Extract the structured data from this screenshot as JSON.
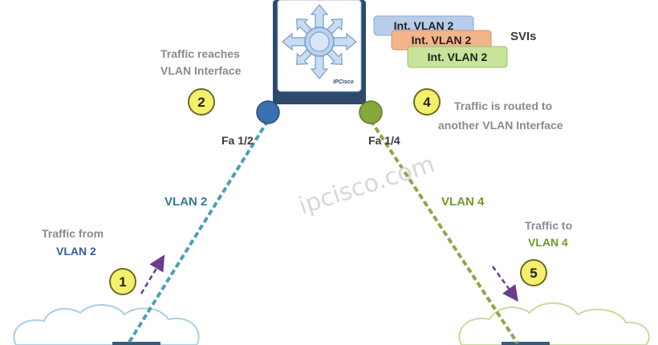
{
  "router": {
    "brand": "IPCisco"
  },
  "svis": {
    "title": "SVIs",
    "items": [
      "Int. VLAN 2",
      "Int. VLAN 2",
      "Int. VLAN 2"
    ],
    "colors": [
      "#b8cdea",
      "#f2b58a",
      "#c8e39a"
    ]
  },
  "ports": {
    "left": {
      "label": "Fa 1/2",
      "color": "#3a6fb0"
    },
    "right": {
      "label": "Fa 1/4",
      "color": "#86a83a"
    }
  },
  "links": {
    "left": {
      "label": "VLAN 2",
      "color": "#4aa0b8"
    },
    "right": {
      "label": "VLAN 4",
      "color": "#8aa84a"
    }
  },
  "watermark": "ipcisco.com",
  "steps": [
    {
      "num": "1",
      "lines": [
        "Traffic from",
        "VLAN 2"
      ]
    },
    {
      "num": "2",
      "lines": [
        "Traffic reaches",
        "VLAN Interface"
      ]
    },
    {
      "num": "4",
      "lines": [
        "Traffic is routed to",
        "another VLAN Interface"
      ]
    },
    {
      "num": "5",
      "lines": [
        "Traffic to",
        "VLAN 4"
      ]
    }
  ],
  "colors": {
    "step_fill": "#f6ef6c",
    "step_stroke": "#6b6a20",
    "gray_text": "#8a8a8a",
    "blue_text": "#2f5f9e",
    "green_text": "#6e9a2c",
    "arrow": "#6a3e8a",
    "cloud_left": "#a8d0e8",
    "cloud_right": "#c8dba0"
  }
}
